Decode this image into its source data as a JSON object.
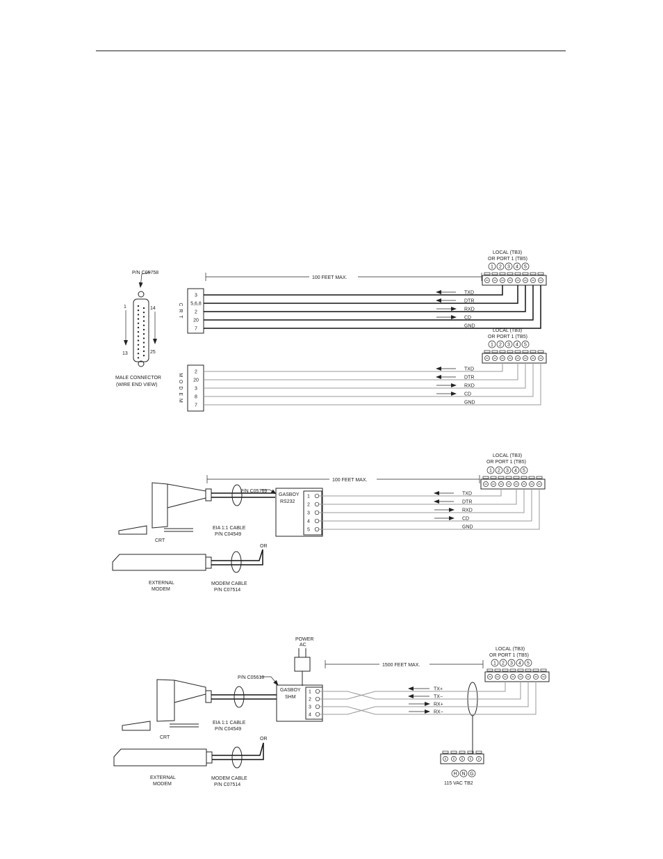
{
  "figure1": {
    "part_number": "P/N C05758",
    "pin_1": "1",
    "pin_14": "14",
    "pin_13": "13",
    "pin_25": "25",
    "connector_caption_line1": "MALE CONNECTOR",
    "connector_caption_line2": "(WIRE END VIEW)",
    "distance": "100 FEET MAX.",
    "terminal_header_line1": "LOCAL  (TB3)",
    "terminal_header_line2": "OR PORT 1 (TB5)",
    "terminal_numbers": [
      "1",
      "2",
      "3",
      "4",
      "5"
    ],
    "crt_label": "C R T",
    "crt_pins": [
      "3",
      "5,6,8",
      "2",
      "20",
      "7"
    ],
    "modem_label": "M O D E M",
    "modem_pins": [
      "2",
      "20",
      "3",
      "8",
      "7"
    ],
    "signals": [
      "TXD",
      "DTR",
      "RXD",
      "CD",
      "GND"
    ]
  },
  "figure2": {
    "part_number": "P/N C05769",
    "distance": "100 FEET MAX.",
    "box_title_line1": "GASBOY",
    "box_title_line2": "RS232",
    "box_pins": [
      "1",
      "2",
      "3",
      "4",
      "5"
    ],
    "terminal_header_line1": "LOCAL  (TB3)",
    "terminal_header_line2": "OR PORT 1 (TB5)",
    "terminal_numbers": [
      "1",
      "2",
      "3",
      "4",
      "5"
    ],
    "signals": [
      "TXD",
      "DTR",
      "RXD",
      "CD",
      "GND"
    ],
    "crt_label": "CRT",
    "cable_line1": "EIA 1:1 CABLE",
    "cable_line2": "P/N C04549",
    "or_label": "OR",
    "modem_line1": "EXTERNAL",
    "modem_line2": "MODEM",
    "modem_cable_line1": "MODEM CABLE",
    "modem_cable_line2": "P/N C07514"
  },
  "figure3": {
    "power_line1": "POWER",
    "power_line2": "AC",
    "part_number": "P/N C05618",
    "distance": "1500 FEET MAX.",
    "box_title_line1": "GASBOY",
    "box_title_line2": "SHM",
    "box_pins": [
      "1",
      "2",
      "3",
      "4"
    ],
    "terminal_header_line1": "LOCAL  (TB3)",
    "terminal_header_line2": "OR PORT 1 (TB5)",
    "terminal_numbers": [
      "1",
      "2",
      "3",
      "4",
      "5"
    ],
    "signals": [
      "TX+",
      "TX−",
      "RX+",
      "RX−"
    ],
    "power_terminals": [
      "H",
      "N",
      "G"
    ],
    "power_caption": "115 VAC TB2",
    "crt_label": "CRT",
    "cable_line1": "EIA 1:1 CABLE",
    "cable_line2": "P/N C04549",
    "or_label": "OR",
    "modem_line1": "EXTERNAL",
    "modem_line2": "MODEM",
    "modem_cable_line1": "MODEM CABLE",
    "modem_cable_line2": "P/N C07514"
  }
}
